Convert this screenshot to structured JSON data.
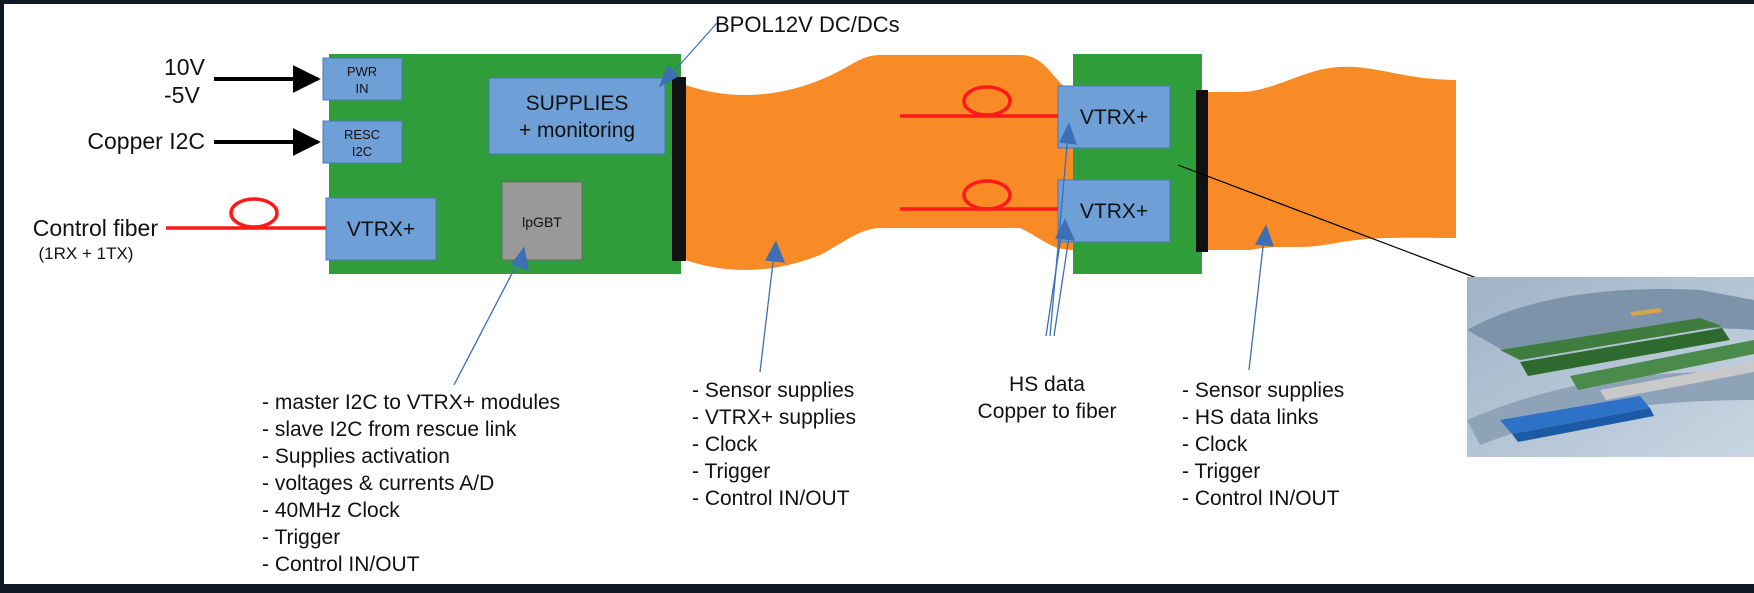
{
  "inputs": {
    "power_line1": "10V",
    "power_line2": "-5V",
    "copper_i2c": "Copper I2C",
    "control_fiber": "Control fiber",
    "control_fiber_sub": "(1RX + 1TX)"
  },
  "board1": {
    "pwr_in_line1": "PWR",
    "pwr_in_line2": "IN",
    "resc_line1": "RESC",
    "resc_line2": "I2C",
    "vtrx": "VTRX+",
    "lpgbt": "lpGBT",
    "supplies_line1": "SUPPLIES",
    "supplies_line2": "+ monitoring"
  },
  "top_callout": "BPOL12V DC/DCs",
  "board2": {
    "vtrx_top": "VTRX+",
    "vtrx_bottom": "VTRX+"
  },
  "notes": {
    "lpgbt_list": [
      "- master I2C to VTRX+ modules",
      "- slave I2C from rescue link",
      "- Supplies activation",
      "- voltages & currents A/D",
      "- 40MHz Clock",
      "- Trigger",
      "- Control IN/OUT"
    ],
    "cable1_list": [
      "- Sensor supplies",
      "- VTRX+ supplies",
      "- Clock",
      "- Trigger",
      "- Control IN/OUT"
    ],
    "hs_line1": "HS data",
    "hs_line2": "Copper to fiber",
    "cable2_list": [
      "- Sensor supplies",
      "- HS data links",
      "- Clock",
      "- Trigger",
      "- Control IN/OUT"
    ]
  },
  "colors": {
    "background": "#0f1a26",
    "canvas": "#ffffff",
    "board_green": "#2f9e3a",
    "cable_orange": "#f88b26",
    "module_blue": "#6e9fd6",
    "chip_gray": "#999999",
    "fiber_red": "#ff1a1a",
    "arrow_blue": "#3d6fb5"
  }
}
